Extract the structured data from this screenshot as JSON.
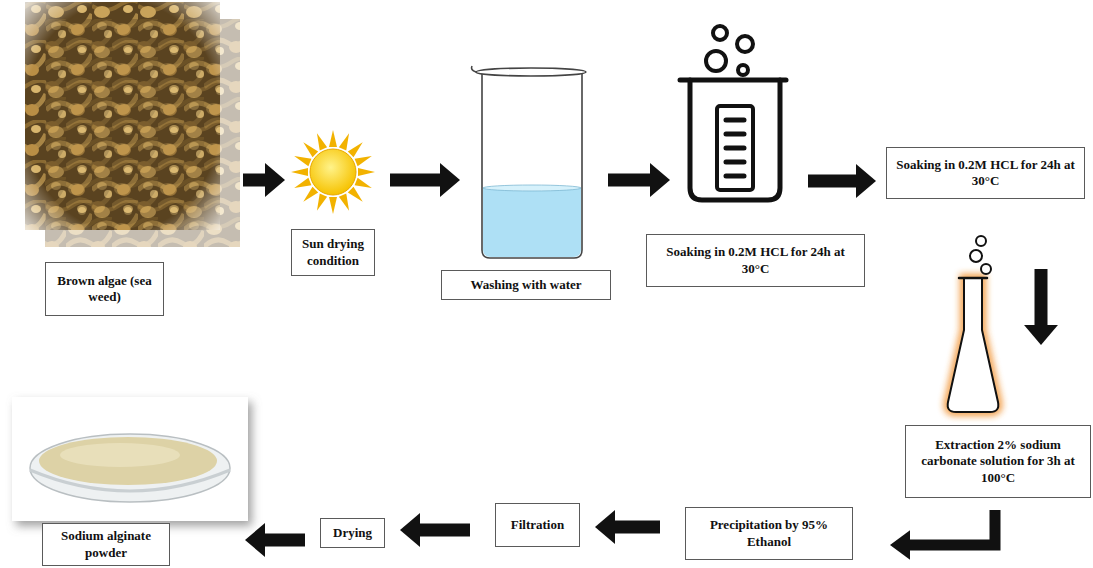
{
  "diagram": {
    "nodes": [
      {
        "text": [
          "Brown algae (sea weed)"
        ]
      },
      {
        "text": [
          "Sun drying condition"
        ]
      },
      {
        "text": [
          "Washing with water"
        ]
      },
      {
        "text": [
          "Soaking in 0.2M HCL for 24h at 30°C"
        ]
      },
      {
        "text": [
          "Soaking in 0.2M HCL for 24h at 30°C"
        ]
      },
      {
        "text": [
          "Extraction 2% sodium carbonate solution for 3h at 100°C"
        ]
      },
      {
        "text": [
          "Precipitation by 95% Ethanol"
        ]
      },
      {
        "text": [
          "Filtration"
        ]
      },
      {
        "text": [
          "Drying"
        ]
      },
      {
        "text": [
          "Sodium alginate powder"
        ]
      }
    ],
    "edges": [
      {
        "from": 0,
        "to": 1,
        "arrow": "to"
      },
      {
        "from": 1,
        "to": 2,
        "arrow": "to"
      },
      {
        "from": 2,
        "to": 3,
        "arrow": "to"
      },
      {
        "from": 3,
        "to": 4,
        "arrow": "to"
      },
      {
        "from": 4,
        "to": 5,
        "arrow": "to"
      },
      {
        "from": 5,
        "to": 6,
        "arrow": "to"
      },
      {
        "from": 6,
        "to": 7,
        "arrow": "to"
      },
      {
        "from": 7,
        "to": 8,
        "arrow": "to"
      },
      {
        "from": 8,
        "to": 9,
        "arrow": "to"
      }
    ]
  }
}
